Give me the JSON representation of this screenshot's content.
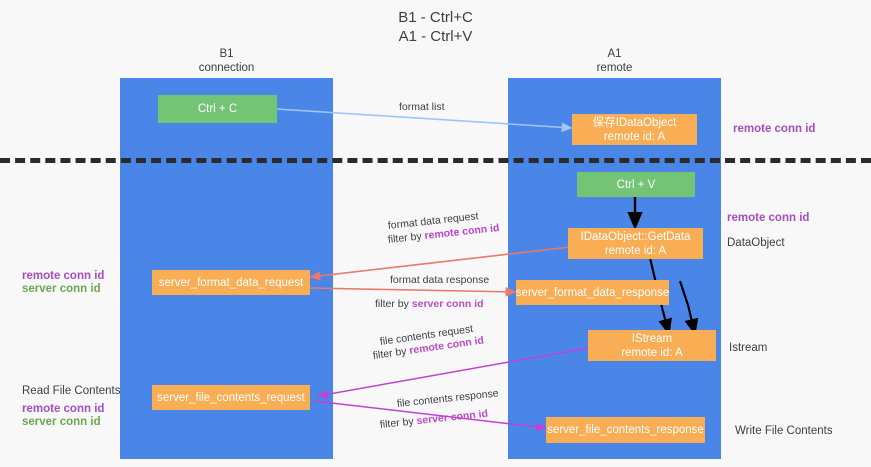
{
  "title": {
    "line1": "B1 - Ctrl+C",
    "line2": "A1 - Ctrl+V"
  },
  "columns": {
    "left": {
      "name": "B1",
      "role": "connection"
    },
    "right": {
      "name": "A1",
      "role": "remote"
    }
  },
  "nodes": {
    "ctrl_c": {
      "label": "Ctrl + C"
    },
    "ctrl_v": {
      "label": "Ctrl + V"
    },
    "save_dataobject": {
      "line1": "保存IDataObject",
      "line2": "remote id: A"
    },
    "getdata": {
      "line1": "IDataObject::GetData",
      "line2": "remote id: A"
    },
    "istream": {
      "line1": "IStream",
      "line2": "remote id: A"
    },
    "server_format_data_request": {
      "label": "server_format_data_request"
    },
    "server_format_data_response": {
      "label": "server_format_data_response"
    },
    "server_file_contents_request": {
      "label": "server_file_contents_request"
    },
    "server_file_contents_response": {
      "label": "server_file_contents_response"
    }
  },
  "annotations": {
    "format_list": "format list",
    "format_data_request": "format data request",
    "format_data_request_filter_prefix": "filter by ",
    "format_data_request_filter_key": "remote conn id",
    "format_data_response": "format data response",
    "format_data_response_filter_prefix": "filter by ",
    "format_data_response_filter_key": "server conn id",
    "file_contents_request": "file contents request",
    "file_contents_request_filter_prefix": "filter by ",
    "file_contents_request_filter_key": "remote conn id",
    "file_contents_response": "file contents response",
    "file_contents_response_filter_prefix": "filter by ",
    "file_contents_response_filter_key": "server conn id"
  },
  "side_labels": {
    "right_remote_conn_id_top": "remote conn id",
    "right_remote_conn_id_mid": "remote conn id",
    "right_dataobject": "DataObject",
    "right_istream": "Istream",
    "right_write_file_contents": "Write File Contents",
    "left_remote_conn_id_mid": "remote conn id",
    "left_server_conn_id_mid": "server conn id",
    "left_read_file_contents": "Read File Contents",
    "left_remote_conn_id_bottom": "remote conn id",
    "left_server_conn_id_bottom": "server conn id"
  },
  "colors": {
    "lane": "#4a86e8",
    "green_node": "#74c476",
    "orange_node": "#f9ad54",
    "purple_text": "#a64dbf",
    "green_text": "#6aa84f",
    "arrow_blue": "#9fc5f8",
    "arrow_red": "#e8796b",
    "arrow_magenta": "#c042d0",
    "arrow_black": "#000000",
    "separator": "#2b2b2b",
    "background": "#f8f8f8"
  }
}
